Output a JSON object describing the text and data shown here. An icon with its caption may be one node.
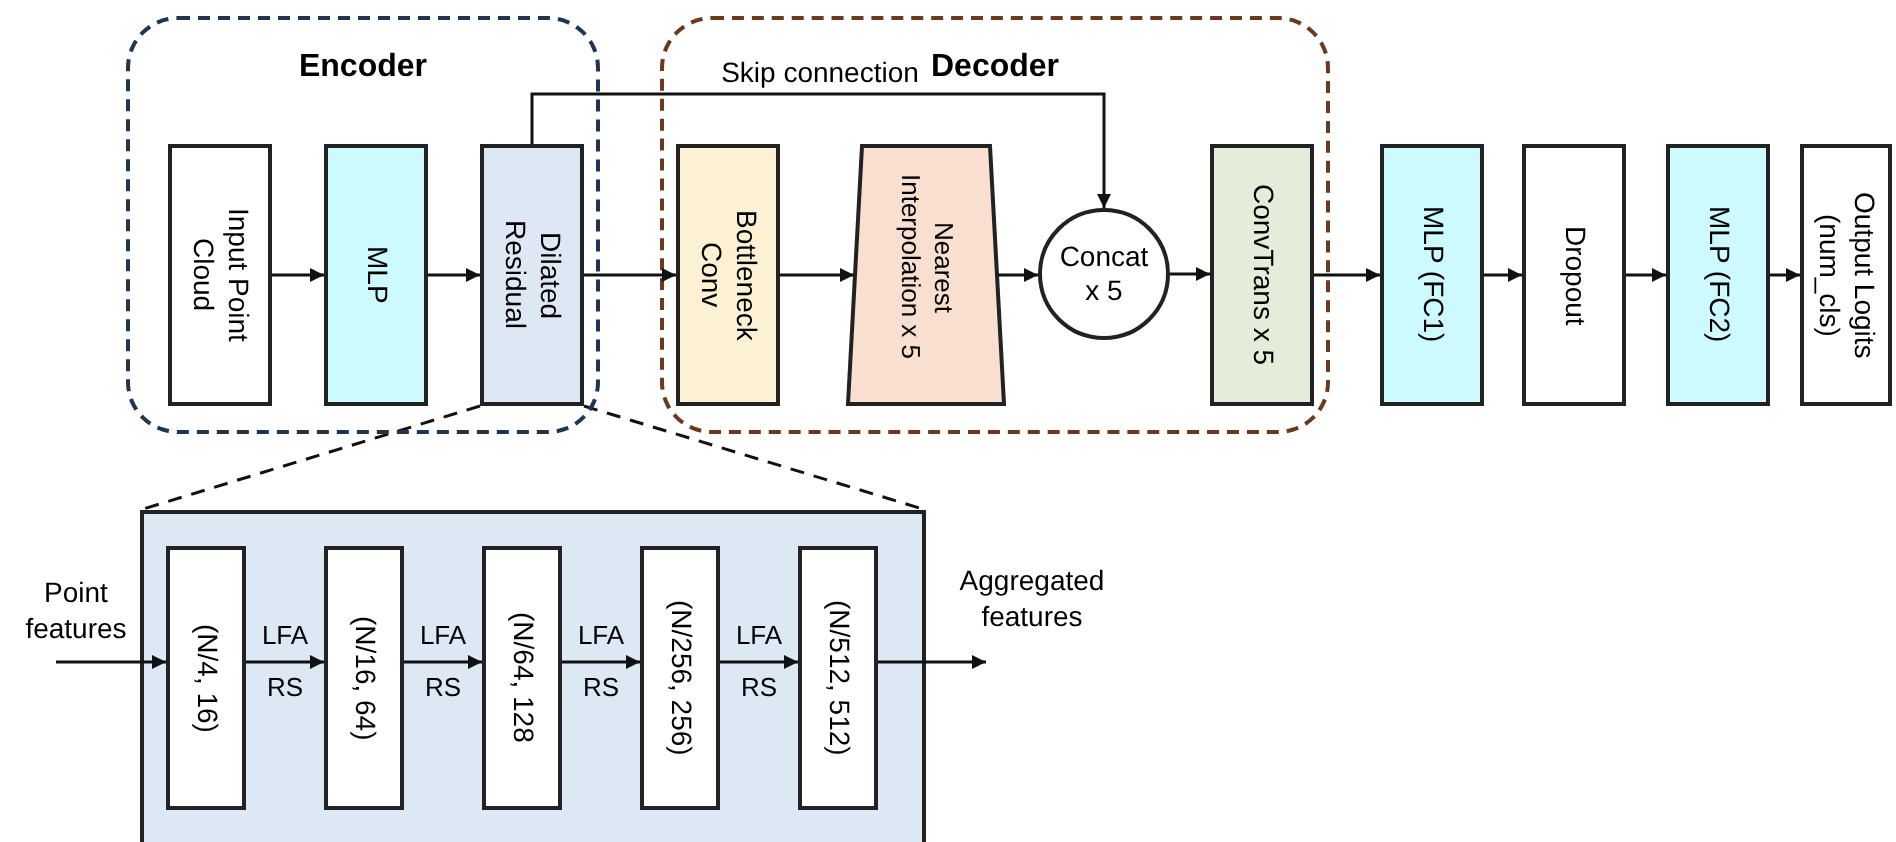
{
  "diagram": {
    "nodes": [
      {
        "text": [
          "Encoder"
        ]
      },
      {
        "text": [
          "Input Point Cloud"
        ],
        "in": 0
      },
      {
        "text": [
          "MLP"
        ],
        "in": 0
      },
      {
        "text": [
          "Dilated Residual"
        ],
        "in": 0
      },
      {
        "text": [
          "Decoder"
        ]
      },
      {
        "text": [
          "Bottleneck Conv"
        ],
        "in": 4
      },
      {
        "text": [
          "Nearest Interpolation x 5"
        ],
        "in": 4
      },
      {
        "text": [
          "Concat x 5"
        ],
        "in": 4
      },
      {
        "text": [
          "ConvTrans x 5"
        ],
        "in": 4
      },
      {
        "text": [
          "MLP (FC1)"
        ]
      },
      {
        "text": [
          "Dropout"
        ]
      },
      {
        "text": [
          "MLP (FC2)"
        ]
      },
      {
        "text": [
          "Output Logits (num_cls)"
        ]
      },
      {
        "text": [],
        "shape": "box"
      },
      {
        "text": [
          "Point features"
        ]
      },
      {
        "text": [
          "(N/4, 16)"
        ],
        "in": 13
      },
      {
        "text": [
          "(N/16, 64)"
        ],
        "in": 13
      },
      {
        "text": [
          "(N/64, 128"
        ],
        "in": 13
      },
      {
        "text": [
          "(N/256, 256)"
        ],
        "in": 13
      },
      {
        "text": [
          "(N/512, 512)"
        ],
        "in": 13
      },
      {
        "text": [
          "Aggregated features"
        ]
      }
    ],
    "edges": [
      {
        "from": 1,
        "to": 2,
        "arrow": "to"
      },
      {
        "from": 2,
        "to": 3,
        "arrow": "to"
      },
      {
        "from": 3,
        "to": 5,
        "arrow": "to"
      },
      {
        "from": 3,
        "to": 7,
        "arrow": "to",
        "label": "Skip connection"
      },
      {
        "from": 5,
        "to": 6,
        "arrow": "to"
      },
      {
        "from": 6,
        "to": 7,
        "arrow": "to"
      },
      {
        "from": 7,
        "to": 8,
        "arrow": "to"
      },
      {
        "from": 8,
        "to": 9,
        "arrow": "to"
      },
      {
        "from": 9,
        "to": 10,
        "arrow": "to"
      },
      {
        "from": 10,
        "to": 11,
        "arrow": "to"
      },
      {
        "from": 11,
        "to": 12,
        "arrow": "to"
      },
      {
        "from": 14,
        "to": 15,
        "arrow": "to"
      },
      {
        "from": 15,
        "to": 16,
        "arrow": "to",
        "label": "LFA RS"
      },
      {
        "from": 16,
        "to": 17,
        "arrow": "to",
        "label": "LFA RS"
      },
      {
        "from": 17,
        "to": 18,
        "arrow": "to",
        "label": "LFA RS"
      },
      {
        "from": 18,
        "to": 19,
        "arrow": "to",
        "label": "LFA RS"
      },
      {
        "from": 19,
        "to": 20,
        "arrow": "to"
      }
    ]
  }
}
